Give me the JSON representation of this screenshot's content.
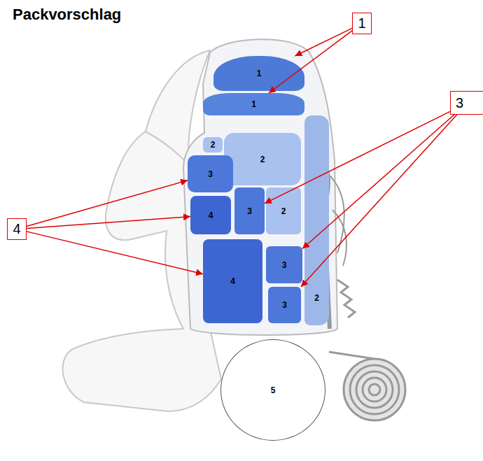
{
  "diagram": {
    "title": "Packvorschlag",
    "nodes": [
      {
        "text": [
          "1"
        ]
      },
      {
        "text": [
          "1"
        ]
      },
      {
        "text": [
          "1"
        ]
      },
      {
        "text": [
          "3"
        ]
      },
      {
        "text": [
          "2"
        ]
      },
      {
        "text": [
          "2"
        ]
      },
      {
        "text": [
          "3"
        ]
      },
      {
        "text": [
          "4"
        ]
      },
      {
        "text": [
          "3"
        ]
      },
      {
        "text": [
          "2"
        ]
      },
      {
        "text": [
          "4"
        ]
      },
      {
        "text": [
          "4"
        ]
      },
      {
        "text": [
          "3"
        ]
      },
      {
        "text": [
          "3"
        ]
      },
      {
        "text": [
          "2"
        ]
      },
      {
        "text": [
          "5"
        ]
      }
    ],
    "edges": [
      {
        "from": 0,
        "to": 1,
        "arrow": "to"
      },
      {
        "from": 0,
        "to": 2,
        "arrow": "to"
      },
      {
        "from": 3,
        "to": 8,
        "arrow": "to"
      },
      {
        "from": 3,
        "to": 12,
        "arrow": "to"
      },
      {
        "from": 3,
        "to": 13,
        "arrow": "to"
      },
      {
        "from": 10,
        "to": 6,
        "arrow": "to"
      },
      {
        "from": 10,
        "to": 7,
        "arrow": "to"
      },
      {
        "from": 10,
        "to": 11,
        "arrow": "to"
      }
    ]
  }
}
